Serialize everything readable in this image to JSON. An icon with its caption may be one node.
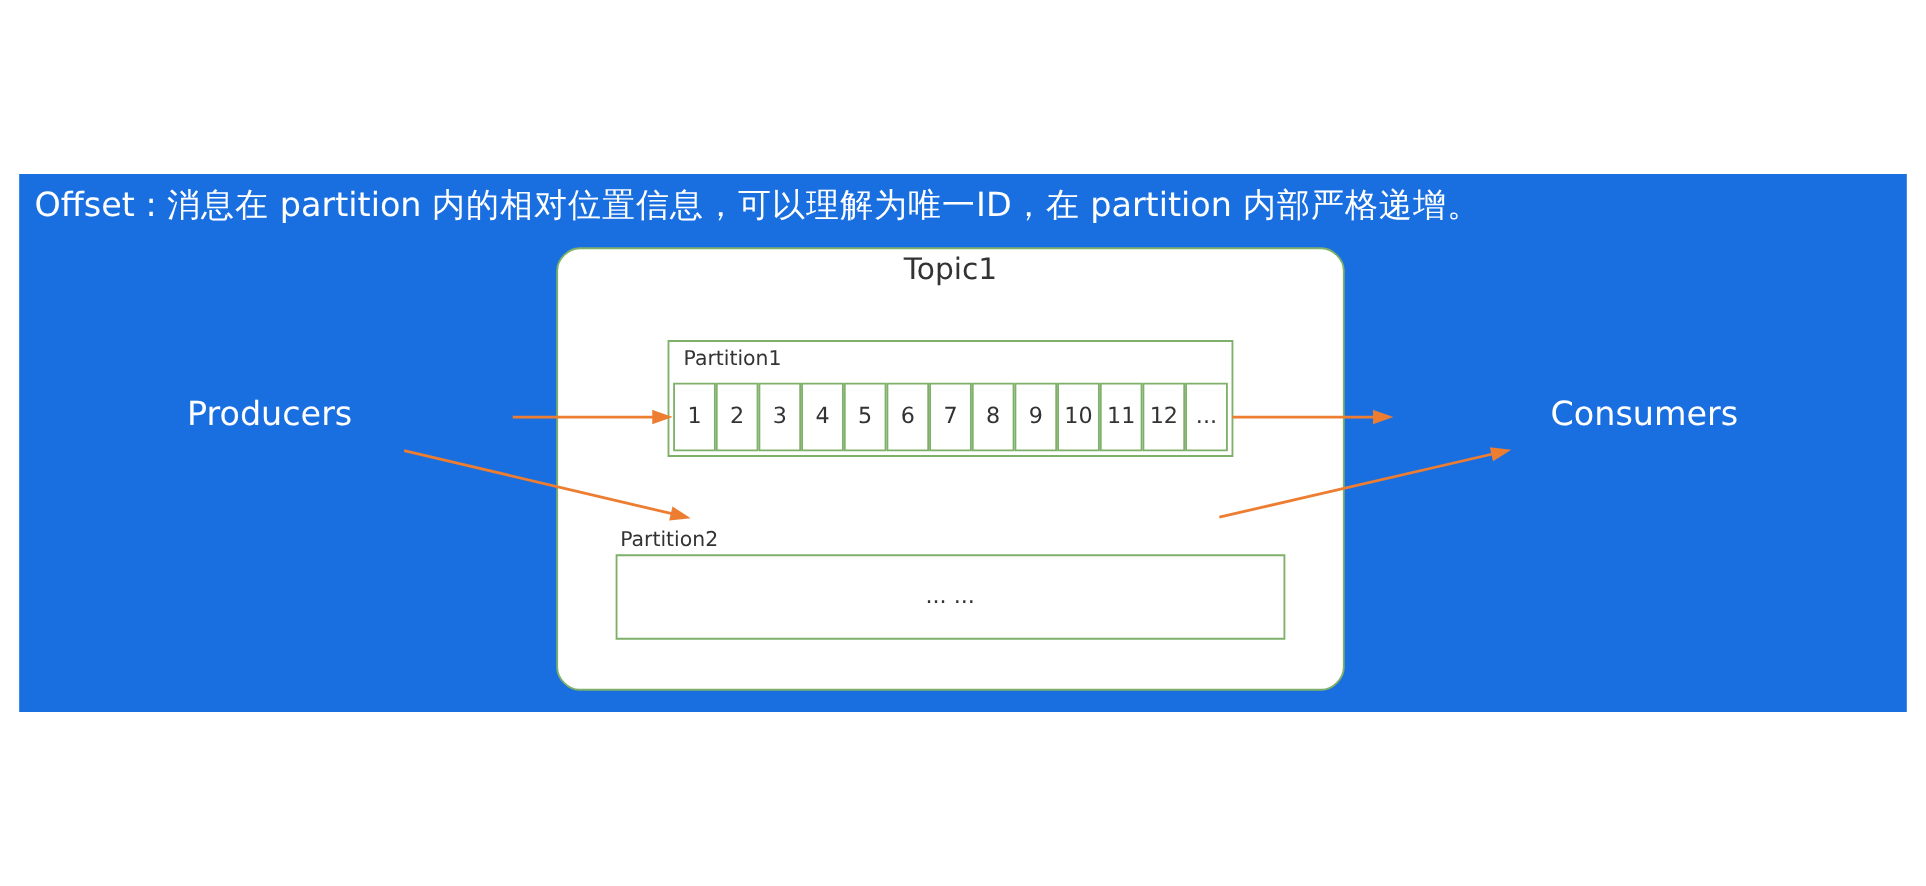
{
  "diagram": {
    "title": "Offset : 消息在 partition 内的相对位置信息，可以理解为唯一ID，在 partition 内部严格递增。",
    "nodes": [
      {
        "text": [
          "Producers"
        ]
      },
      {
        "text": [
          "Topic1"
        ]
      },
      {
        "text": [
          "Partition1"
        ],
        "in": 1
      },
      {
        "text": [
          "1"
        ],
        "in": 2
      },
      {
        "text": [
          "2"
        ],
        "in": 2
      },
      {
        "text": [
          "3"
        ],
        "in": 2
      },
      {
        "text": [
          "4"
        ],
        "in": 2
      },
      {
        "text": [
          "5"
        ],
        "in": 2
      },
      {
        "text": [
          "6"
        ],
        "in": 2
      },
      {
        "text": [
          "7"
        ],
        "in": 2
      },
      {
        "text": [
          "8"
        ],
        "in": 2
      },
      {
        "text": [
          "9"
        ],
        "in": 2
      },
      {
        "text": [
          "10"
        ],
        "in": 2
      },
      {
        "text": [
          "11"
        ],
        "in": 2
      },
      {
        "text": [
          "12"
        ],
        "in": 2
      },
      {
        "text": [
          "..."
        ],
        "in": 2
      },
      {
        "text": [
          "Partition2",
          "... ..."
        ],
        "in": 1
      },
      {
        "text": [
          "Consumers"
        ]
      }
    ],
    "edges": [
      {
        "from": 0,
        "to": 2,
        "arrow": "to"
      },
      {
        "from": 0,
        "to": 16,
        "arrow": "to"
      },
      {
        "from": 2,
        "to": 17,
        "arrow": "to"
      },
      {
        "from": 16,
        "to": 17,
        "arrow": "to"
      }
    ]
  }
}
